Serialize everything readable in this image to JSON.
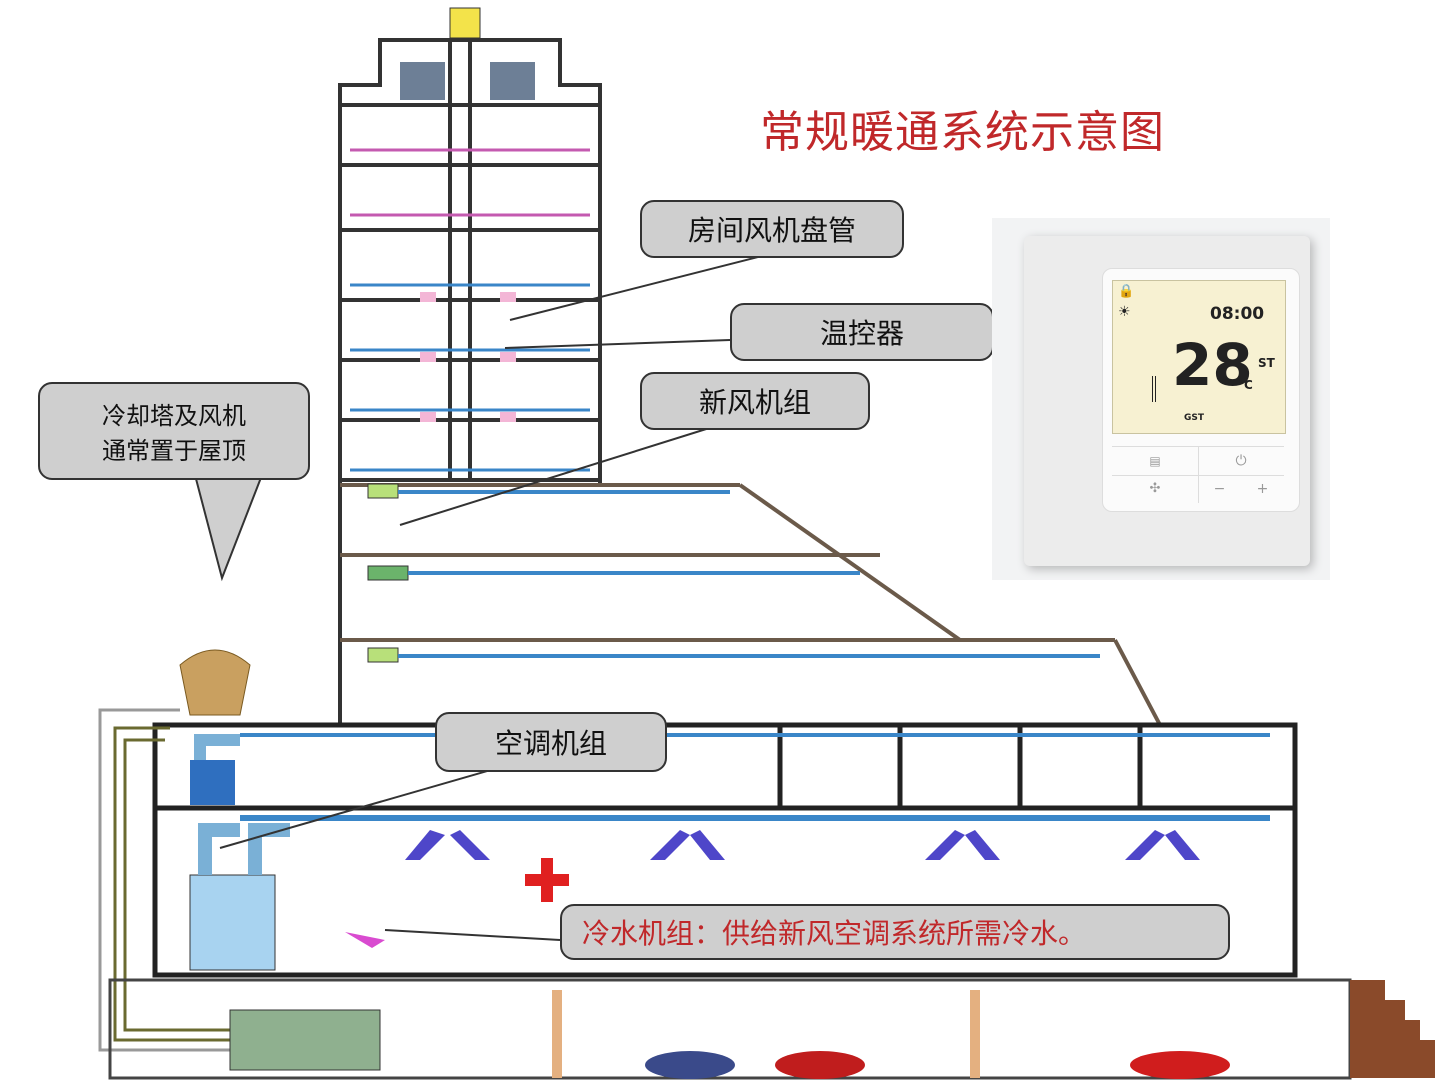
{
  "title": "常规暖通系统示意图",
  "callouts": {
    "fan_coil": "房间风机盘管",
    "thermostat": "温控器",
    "fresh_air_unit": "新风机组",
    "cooling_tower_line1": "冷却塔及风机",
    "cooling_tower_line2": "通常置于屋顶",
    "ahu": "空调机组",
    "chiller": "冷水机组：供给新风空调系统所需冷水。"
  },
  "thermostat_display": {
    "time": "08:00",
    "temperature": "28",
    "unit": "°C",
    "mode": "ST",
    "brand": "GST"
  },
  "colors": {
    "title": "#c0282a",
    "callout_fill": "#cfcfcf",
    "duct_blue": "#3a86c8",
    "airflow_arrow": "#4e46c9",
    "accent_red": "#e02020"
  }
}
